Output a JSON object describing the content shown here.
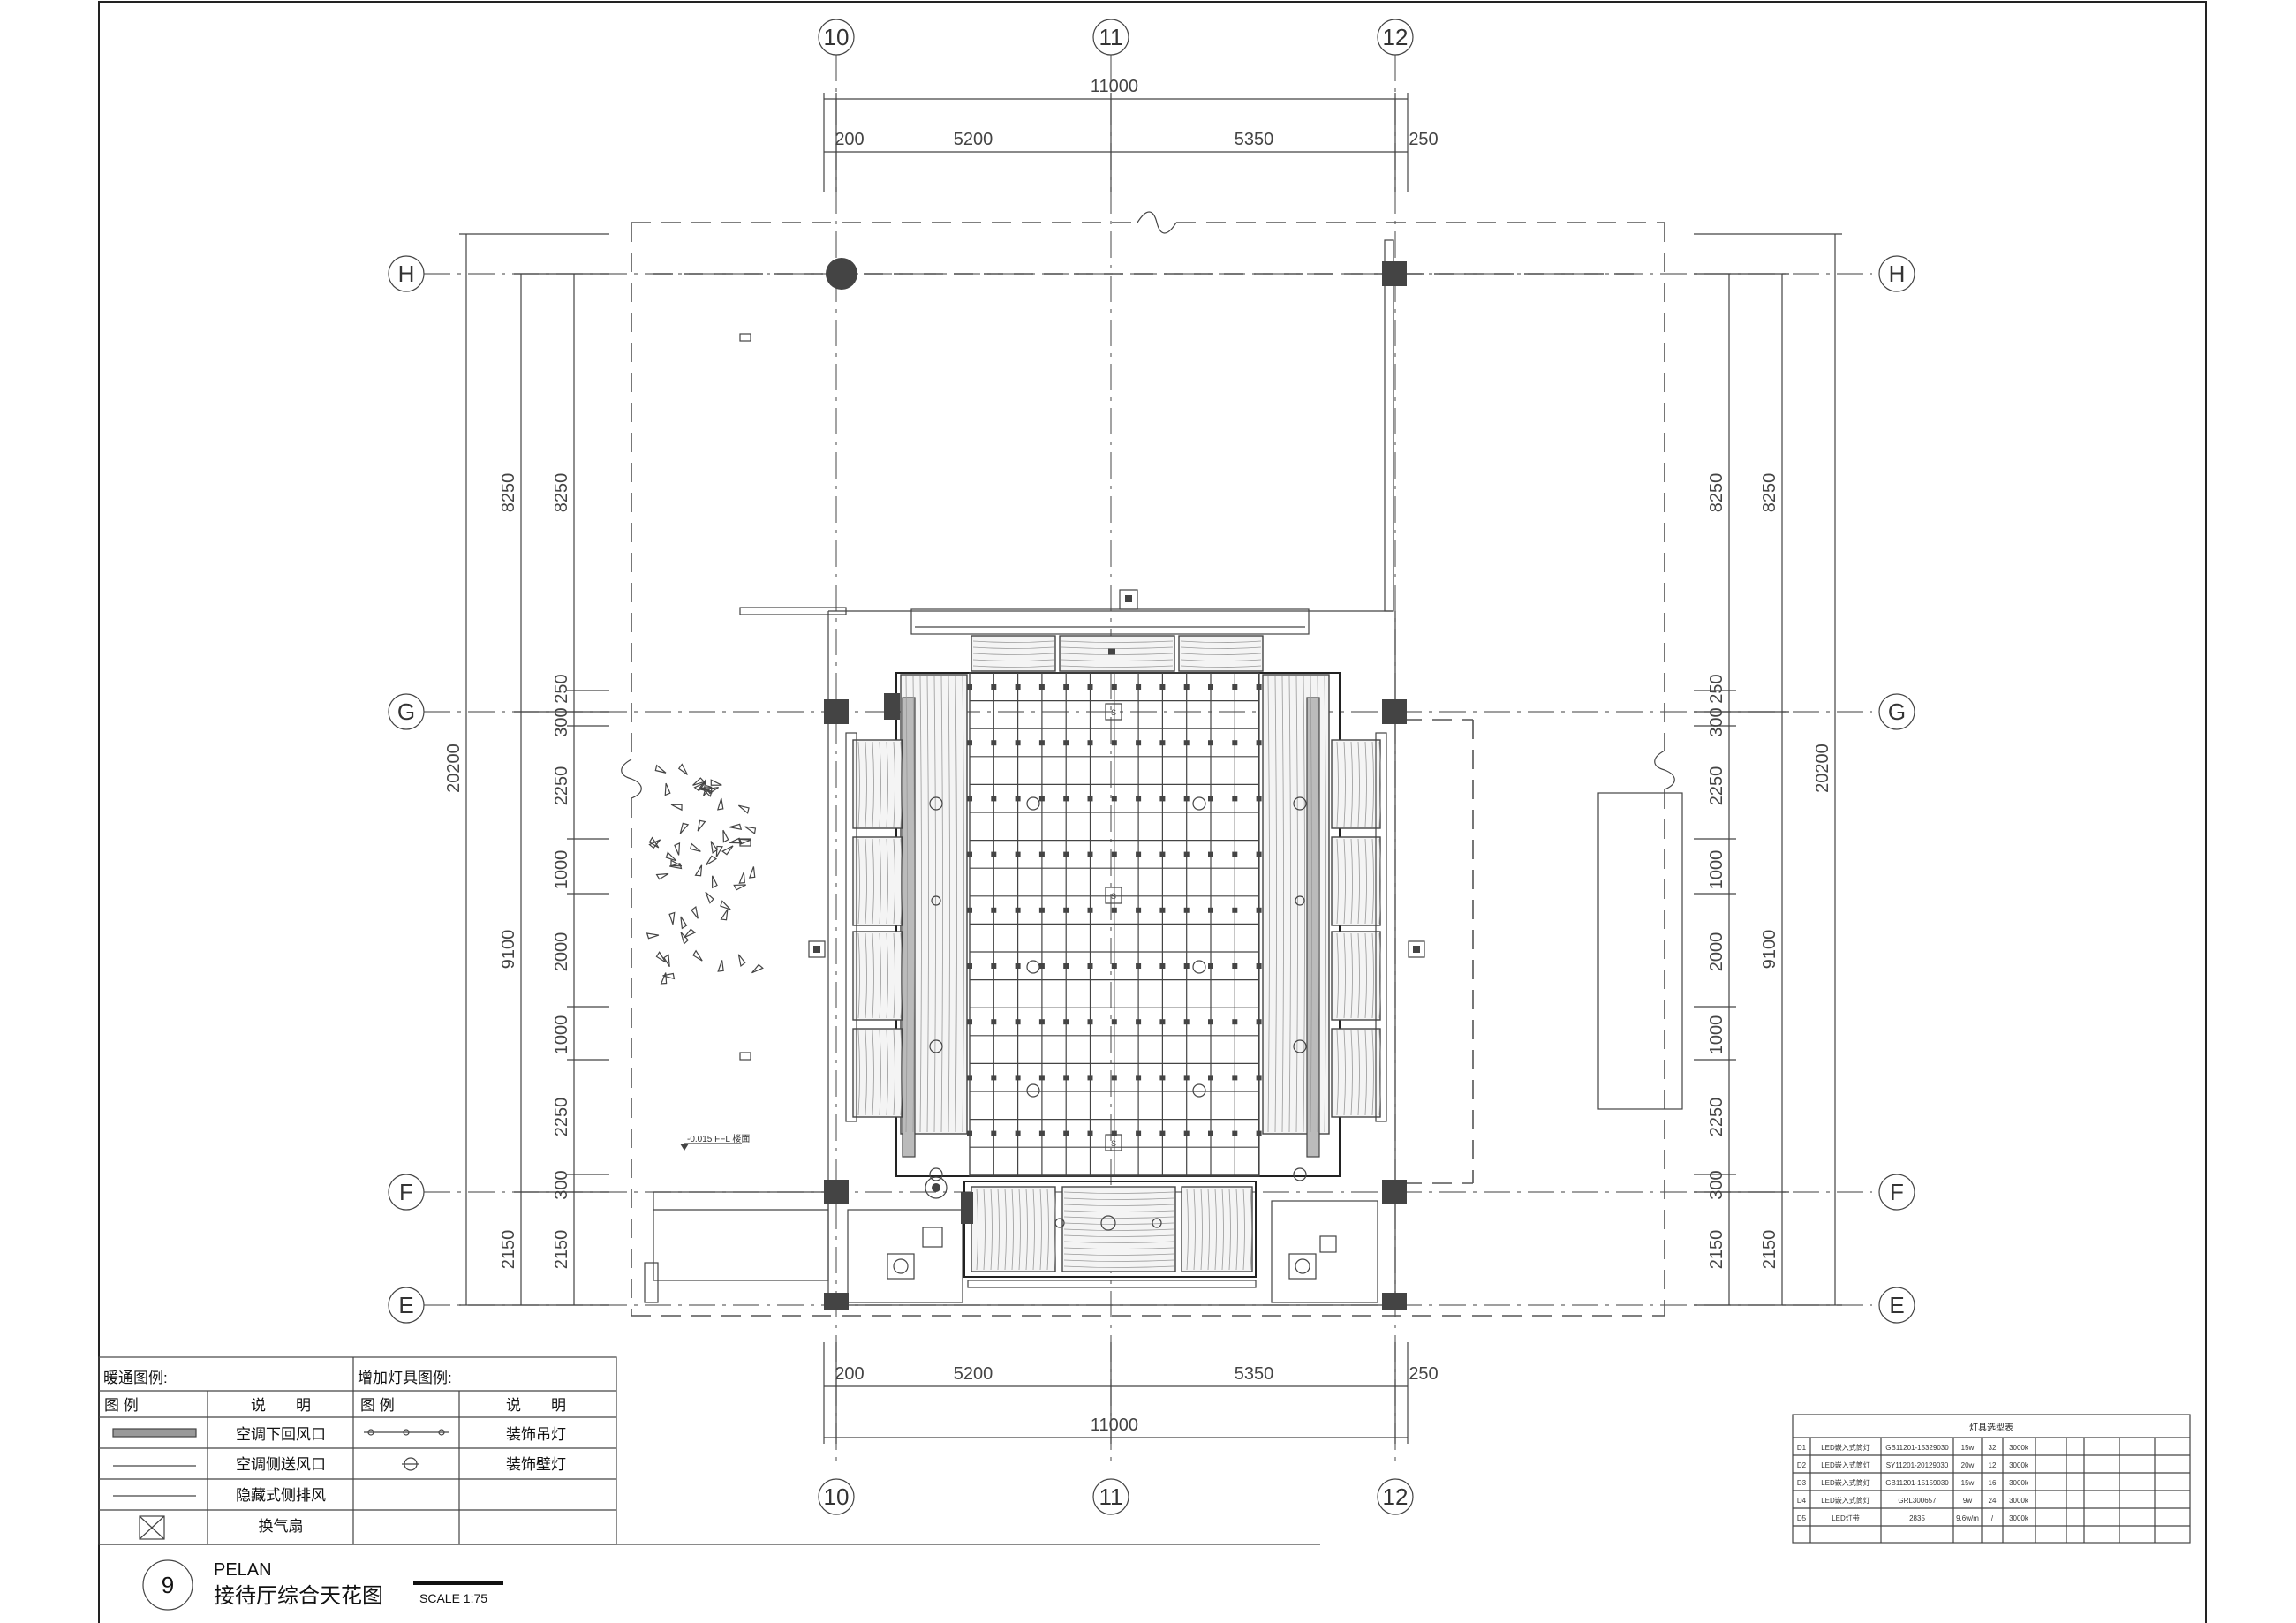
{
  "grid_axes": {
    "vertical": [
      "10",
      "11",
      "12"
    ],
    "horizontal": [
      "H",
      "G",
      "F",
      "E"
    ]
  },
  "dimensions": {
    "top_total": "11000",
    "top_segments": [
      "200",
      "5200",
      "5350",
      "250"
    ],
    "bottom_total": "11000",
    "bottom_segments": [
      "200",
      "5200",
      "5350",
      "250"
    ],
    "side_upper": "8250",
    "side_total": "20200",
    "side_mid": "9100",
    "side_lower": "2150",
    "side_segments": [
      "250",
      "300",
      "2250",
      "1000",
      "2000",
      "1000",
      "2250",
      "300"
    ]
  },
  "annotations": {
    "floor_level": "-0.015 FFL 楼面",
    "s_marker": "S"
  },
  "hvac_legend": {
    "title": "暖通图例:",
    "col_symbol": "图 例",
    "col_desc": "说　　明",
    "items": [
      "空调下回风口",
      "空调侧送风口",
      "隐藏式侧排风",
      "换气扇"
    ]
  },
  "lighting_legend": {
    "title": "增加灯具图例:",
    "col_symbol": "图 例",
    "col_desc": "说　　明",
    "items": [
      "装饰吊灯",
      "装饰壁灯"
    ]
  },
  "title_block": {
    "number": "9",
    "code": "PELAN",
    "title": "接待厅综合天花图",
    "scale": "SCALE 1:75"
  },
  "fixture_schedule": {
    "title": "灯具选型表",
    "rows": [
      [
        "D1",
        "LED嵌入式筒灯",
        "GB11201-15329030",
        "15w",
        "32",
        "3000k"
      ],
      [
        "D2",
        "LED嵌入式筒灯",
        "SY11201-20129030",
        "20w",
        "12",
        "3000k"
      ],
      [
        "D3",
        "LED嵌入式筒灯",
        "GB11201-15159030",
        "15w",
        "16",
        "3000k"
      ],
      [
        "D4",
        "LED嵌入式筒灯",
        "GRL300657",
        "9w",
        "24",
        "3000k"
      ],
      [
        "D5",
        "LED灯带",
        "2835",
        "9.6w/m",
        "/",
        "3000k"
      ]
    ]
  }
}
